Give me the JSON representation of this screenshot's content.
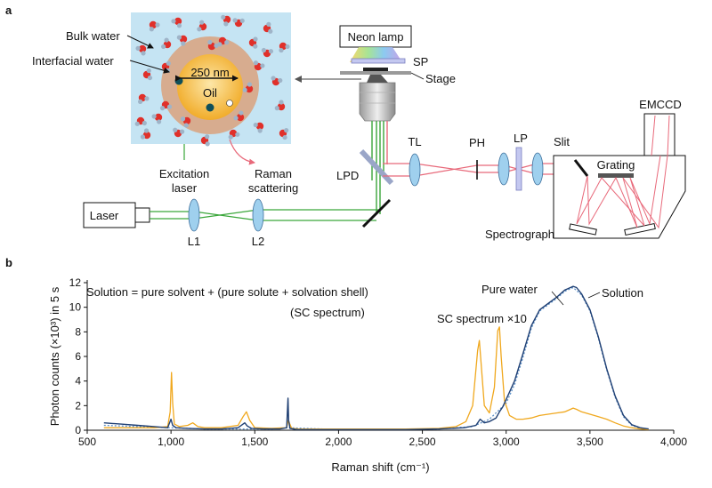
{
  "panel_a": {
    "label": "a",
    "inset": {
      "bulk_water": "Bulk water",
      "interfacial_water": "Interfacial water",
      "size": "250 nm",
      "oil": "Oil"
    },
    "neon_lamp": "Neon lamp",
    "sp": "SP",
    "stage": "Stage",
    "tl": "TL",
    "ph": "PH",
    "lp": "LP",
    "slit": "Slit",
    "emccd": "EMCCD",
    "grating": "Grating",
    "lpd": "LPD",
    "excitation_laser": [
      "Excitation",
      "laser"
    ],
    "raman_scattering": [
      "Raman",
      "scattering"
    ],
    "laser": "Laser",
    "l1": "L1",
    "l2": "L2",
    "spectrograph": "Spectrograph",
    "colors": {
      "beam_green": "#3aa63a",
      "beam_red": "#e8697a",
      "water_bg": "#c5e4f3",
      "shell": "#d9a27c",
      "oil": "#f3b431",
      "lens": "#9fd0ee"
    }
  },
  "panel_b": {
    "label": "b",
    "equation": "Solution = pure solvent + (pure solute + solvation shell)",
    "sc_note": "(SC spectrum)",
    "label_pure_water": "Pure water",
    "label_solution": "Solution",
    "label_sc": "SC spectrum ×10"
  },
  "chart_data": {
    "type": "line",
    "xlabel": "Raman shift (cm⁻¹)",
    "ylabel": "Photon counts (×10³) in 5 s",
    "xlim": [
      500,
      4000
    ],
    "ylim": [
      0,
      12
    ],
    "xticks": [
      500,
      1000,
      1500,
      2000,
      2500,
      3000,
      3500,
      4000
    ],
    "xtick_labels": [
      "500",
      "1,000",
      "1,500",
      "2,000",
      "2,500",
      "3,000",
      "3,500",
      "4,000"
    ],
    "yticks": [
      0,
      2,
      4,
      6,
      8,
      10,
      12
    ],
    "series": [
      {
        "name": "Solution",
        "color": "#1f3f73",
        "x": [
          600,
          700,
          800,
          900,
          980,
          1000,
          1010,
          1030,
          1100,
          1200,
          1300,
          1400,
          1440,
          1455,
          1480,
          1550,
          1600,
          1650,
          1690,
          1698,
          1702,
          1710,
          1750,
          1800,
          2000,
          2200,
          2400,
          2600,
          2750,
          2820,
          2845,
          2870,
          2900,
          2940,
          2960,
          2980,
          3000,
          3050,
          3100,
          3150,
          3200,
          3250,
          3300,
          3350,
          3400,
          3420,
          3450,
          3500,
          3550,
          3600,
          3650,
          3700,
          3750,
          3800,
          3850
        ],
        "y": [
          0.6,
          0.5,
          0.4,
          0.3,
          0.2,
          0.9,
          0.4,
          0.2,
          0.15,
          0.1,
          0.1,
          0.2,
          0.6,
          0.35,
          0.15,
          0.1,
          0.1,
          0.1,
          0.2,
          2.6,
          0.8,
          0.15,
          0.05,
          0.05,
          0.05,
          0.05,
          0.05,
          0.1,
          0.2,
          0.4,
          0.9,
          0.6,
          0.7,
          1.0,
          1.5,
          1.9,
          2.5,
          4.0,
          6.2,
          8.5,
          9.8,
          10.3,
          10.8,
          11.4,
          11.7,
          11.6,
          11.1,
          9.8,
          7.6,
          5.0,
          2.8,
          1.2,
          0.45,
          0.2,
          0.1
        ]
      },
      {
        "name": "Pure water",
        "color": "#5b8fc7",
        "x": [
          600,
          800,
          1000,
          1200,
          1600,
          1700,
          2000,
          2600,
          2800,
          2900,
          3000,
          3050,
          3100,
          3150,
          3200,
          3250,
          3300,
          3350,
          3400,
          3450,
          3500,
          3550,
          3600,
          3650,
          3700,
          3750,
          3800,
          3850
        ],
        "y": [
          0.4,
          0.3,
          0.2,
          0.1,
          0.1,
          0.2,
          0.05,
          0.1,
          0.3,
          0.9,
          2.2,
          3.7,
          5.9,
          8.3,
          9.7,
          10.2,
          10.7,
          11.3,
          11.6,
          11.0,
          9.7,
          7.5,
          4.9,
          2.7,
          1.1,
          0.4,
          0.15,
          0.05
        ]
      },
      {
        "name": "SC spectrum ×10",
        "color": "#f0a81e",
        "x": [
          600,
          700,
          800,
          900,
          980,
          995,
          1003,
          1010,
          1020,
          1050,
          1100,
          1130,
          1160,
          1200,
          1300,
          1400,
          1430,
          1450,
          1470,
          1500,
          1600,
          1690,
          1700,
          1720,
          1760,
          1800,
          2000,
          2200,
          2400,
          2600,
          2700,
          2760,
          2800,
          2830,
          2840,
          2850,
          2870,
          2900,
          2930,
          2950,
          2960,
          2970,
          2990,
          3020,
          3060,
          3100,
          3150,
          3200,
          3250,
          3300,
          3350,
          3400,
          3420,
          3450,
          3500,
          3550,
          3600,
          3650,
          3700,
          3750,
          3800,
          3850
        ],
        "y": [
          0.2,
          0.2,
          0.2,
          0.2,
          0.3,
          1.5,
          4.7,
          2.2,
          0.5,
          0.3,
          0.4,
          0.6,
          0.3,
          0.2,
          0.2,
          0.4,
          1.1,
          1.5,
          0.8,
          0.2,
          0.15,
          0.2,
          0.8,
          0.15,
          0.1,
          0.1,
          0.1,
          0.1,
          0.1,
          0.15,
          0.3,
          0.7,
          2.0,
          6.5,
          7.3,
          5.5,
          2.0,
          1.4,
          3.5,
          8.1,
          8.4,
          6.0,
          2.4,
          1.2,
          0.9,
          0.9,
          1.0,
          1.2,
          1.3,
          1.4,
          1.5,
          1.8,
          1.7,
          1.5,
          1.3,
          1.1,
          0.9,
          0.6,
          0.35,
          0.2,
          0.1,
          0.05
        ]
      }
    ]
  }
}
